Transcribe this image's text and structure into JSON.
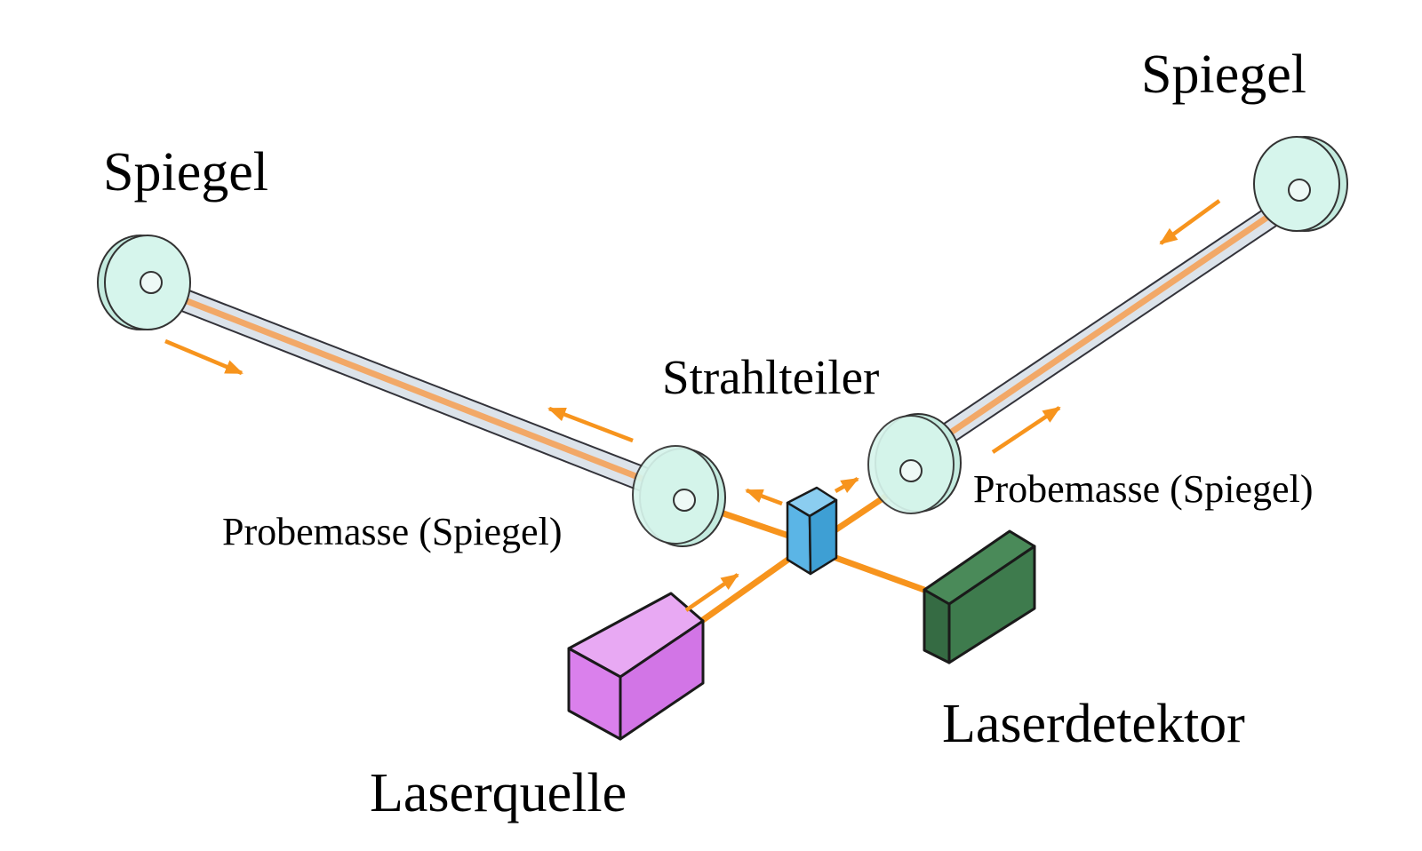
{
  "labels": {
    "mirror_left": "Spiegel",
    "mirror_right": "Spiegel",
    "beam_splitter": "Strahlteiler",
    "test_mass_left": "Probemasse (Spiegel)",
    "test_mass_right": "Probemasse (Spiegel)",
    "laser_source": "Laserquelle",
    "laser_detector": "Laserdetektor"
  },
  "colors": {
    "beam": "#F7941D",
    "tube_fill": "#DCE3EA",
    "mirror_fill": "#D6F5EC",
    "beam_splitter": "#5BB5E6",
    "laser_source": "#DA80EC",
    "laser_detector": "#3E7B4D"
  }
}
